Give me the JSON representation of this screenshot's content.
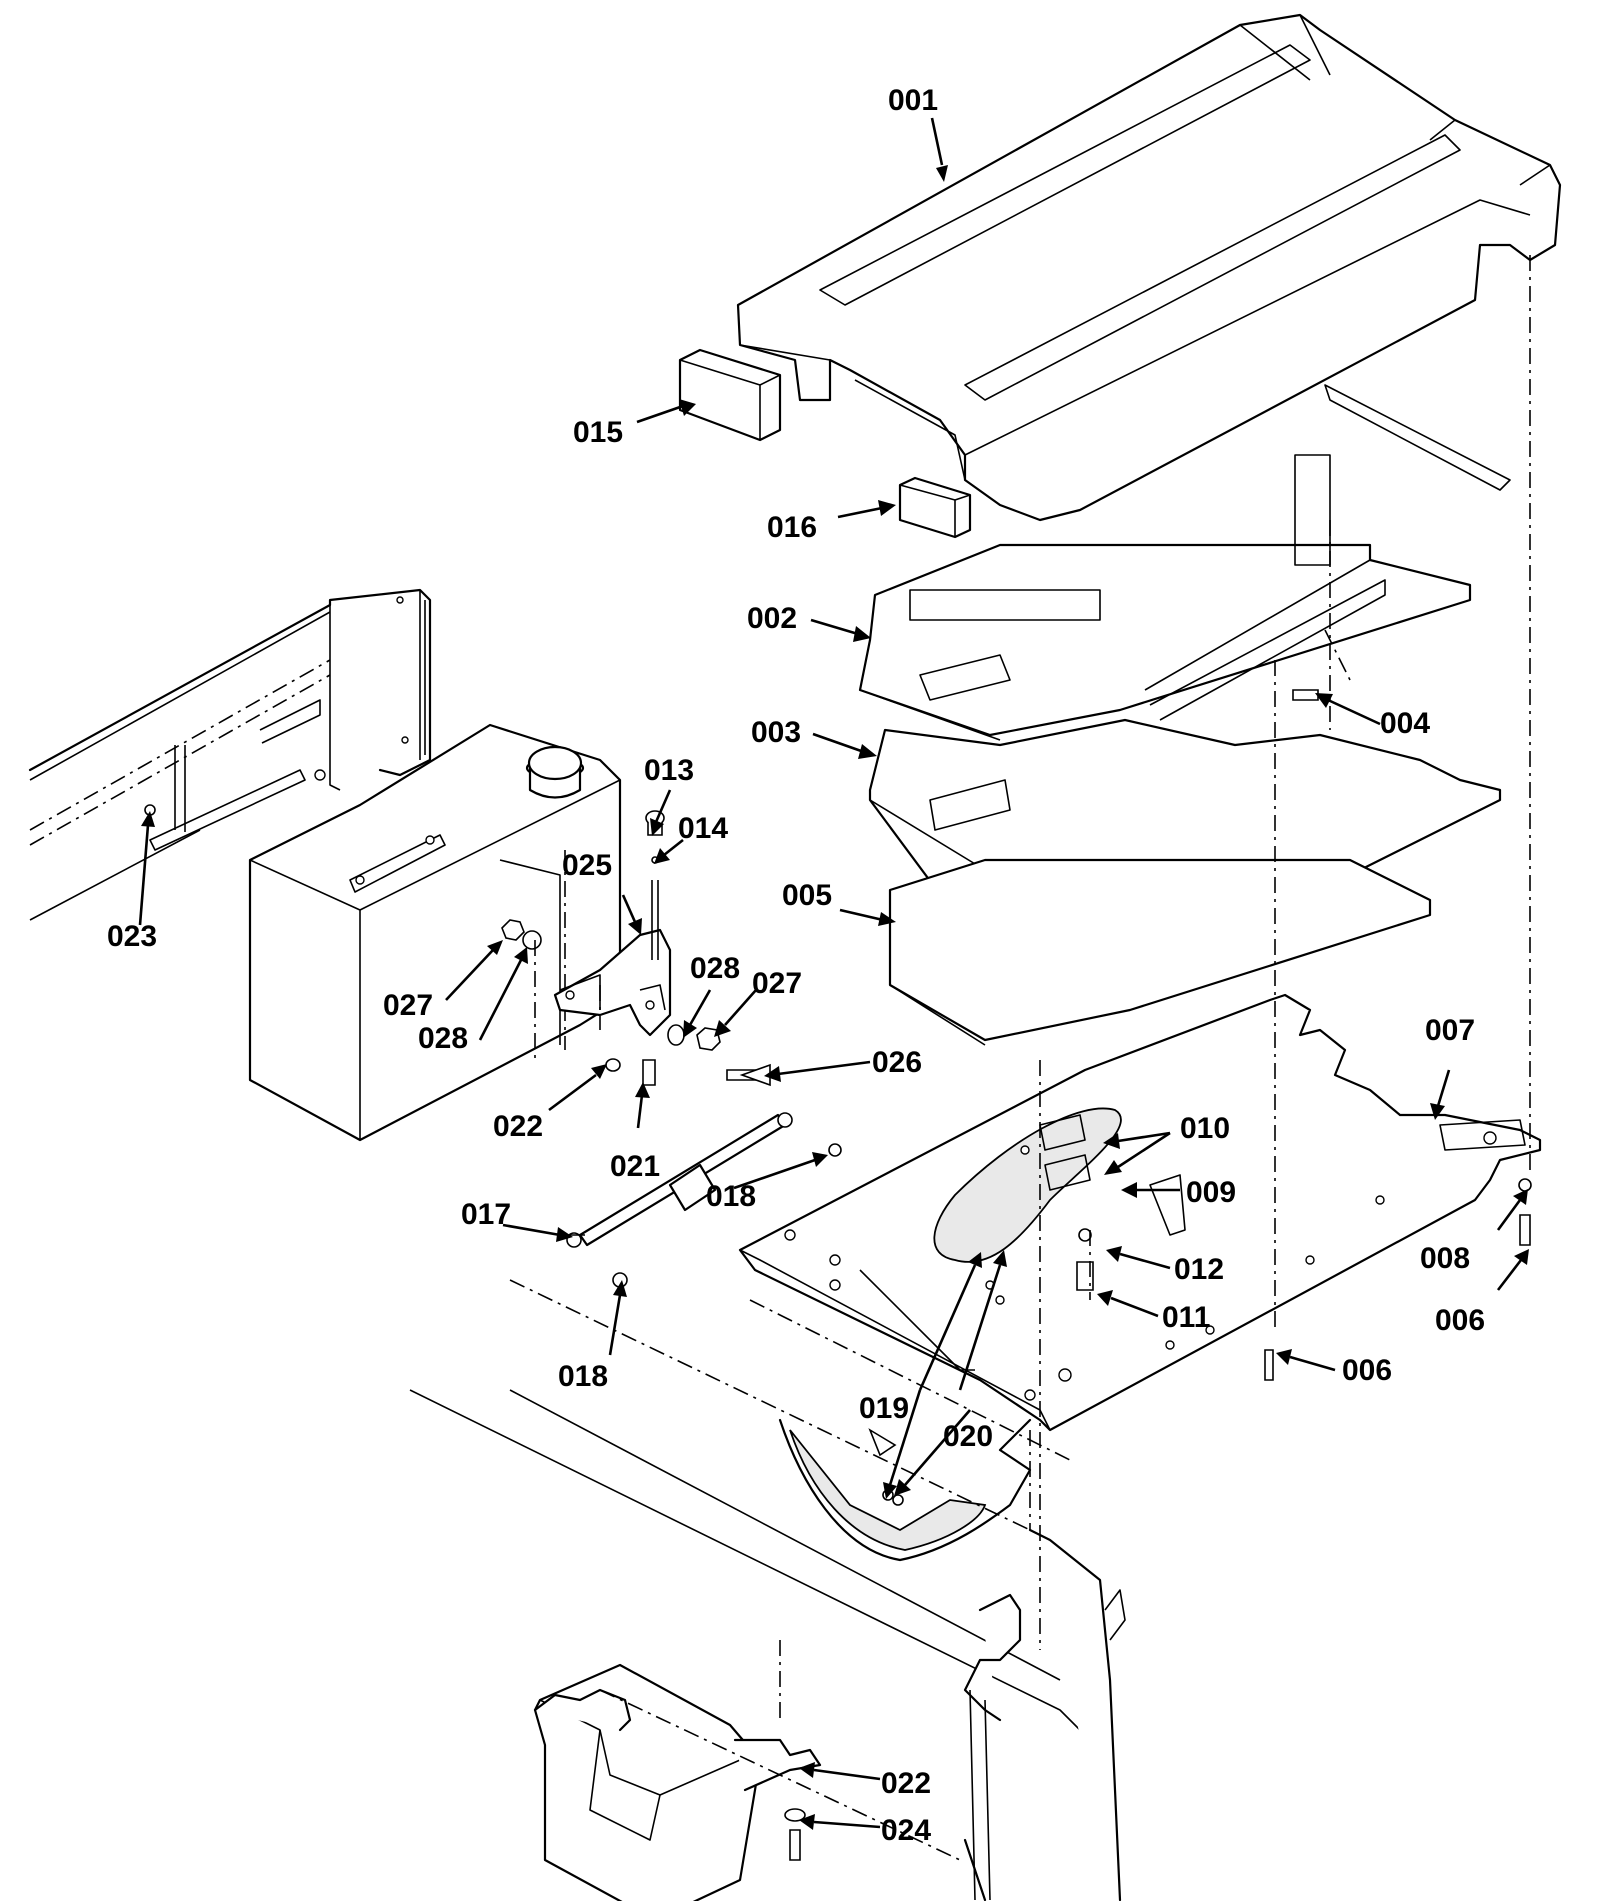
{
  "diagram": {
    "type": "exploded-parts-diagram",
    "callouts": {
      "c001": "001",
      "c002": "002",
      "c003": "003",
      "c004": "004",
      "c005": "005",
      "c006a": "006",
      "c006b": "006",
      "c007": "007",
      "c008": "008",
      "c009": "009",
      "c010": "010",
      "c011": "011",
      "c012": "012",
      "c013": "013",
      "c014": "014",
      "c015": "015",
      "c016": "016",
      "c017": "017",
      "c018a": "018",
      "c018b": "018",
      "c019": "019",
      "c020": "020",
      "c021": "021",
      "c022a": "022",
      "c022b": "022",
      "c023": "023",
      "c024": "024",
      "c025": "025",
      "c026": "026",
      "c027a": "027",
      "c027b": "027",
      "c028a": "028",
      "c028b": "028"
    },
    "colors": {
      "line": "#000000",
      "background": "#ffffff",
      "shade": "#e9e9e9"
    }
  }
}
